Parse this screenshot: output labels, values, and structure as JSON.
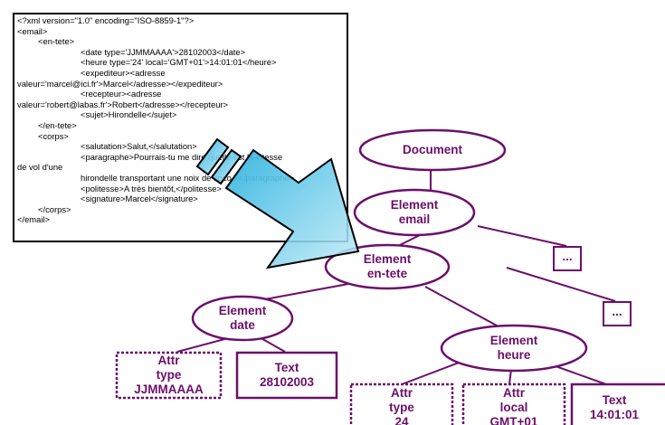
{
  "xml_lines": [
    {
      "indent": 0,
      "text": "<?xml version=\"1.0\" encoding=\"ISO-8859-1\"?>"
    },
    {
      "indent": 0,
      "text": "<email>"
    },
    {
      "indent": 1,
      "text": "<en-tete>"
    },
    {
      "indent": 2,
      "text": "<date type='JJMMAAAA'>28102003</date>"
    },
    {
      "indent": 2,
      "text": "<heure type='24' local='GMT+01'>14:01:01</heure>"
    },
    {
      "indent": 2,
      "text": "<expediteur><adresse"
    },
    {
      "indent": 0,
      "text": "valeur='marcel@ici.fr'>Marcel</adresse></expediteur>"
    },
    {
      "indent": 2,
      "text": "<recepteur><adresse"
    },
    {
      "indent": 0,
      "text": "valeur='robert@labas.fr'>Robert</adresse></recepteur>"
    },
    {
      "indent": 2,
      "text": "<sujet>Hirondelle</sujet>"
    },
    {
      "indent": 1,
      "text": "</en-tete>"
    },
    {
      "indent": 1,
      "text": "<corps>"
    },
    {
      "indent": 2,
      "text": "<salutation>Salut,</salutation>"
    },
    {
      "indent": 2,
      "text": "<paragraphe>Pourrais-tu me dire quelle est la vitesse"
    },
    {
      "indent": 0,
      "text": "de vol d'une"
    },
    {
      "indent": 2,
      "text": "hirondelle transportant une noix de coco ?</paragraphe>"
    },
    {
      "indent": 2,
      "text": "<politesse>A très bientôt,</politesse>"
    },
    {
      "indent": 2,
      "text": "<signature>Marcel</signature>"
    },
    {
      "indent": 1,
      "text": "</corps>"
    },
    {
      "indent": 0,
      "text": "</email>"
    }
  ],
  "tree": {
    "document": "Document",
    "element_email": "Element\nemail",
    "more_email": "...",
    "element_entete": "Element\nen-tete",
    "more_entete": "...",
    "element_date": "Element\ndate",
    "element_heure": "Element\nheure",
    "attr_date_type": "Attr\ntype\nJJMMAAAA",
    "text_date": "Text\n28102003",
    "attr_heure_type": "Attr\ntype\n24",
    "attr_heure_local": "Attr\nlocal\nGMT+01",
    "text_heure": "Text\n14:01:01"
  },
  "colors": {
    "node_stroke": "#6b0f6b",
    "node_text": "#6b0f6b",
    "arrow_fill": "#4cc2e6",
    "arrow_stroke": "#000000"
  }
}
